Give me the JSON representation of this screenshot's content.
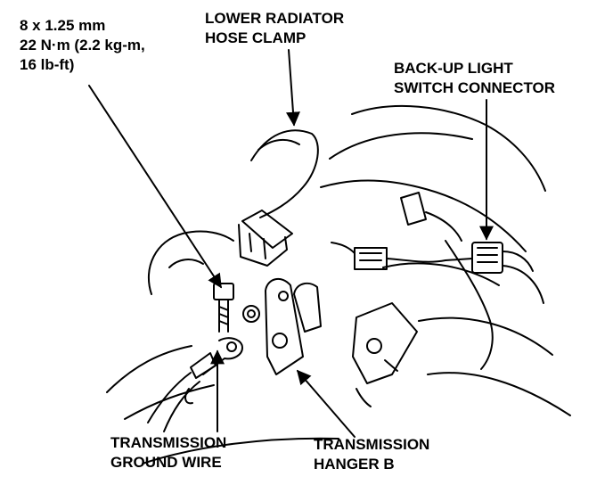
{
  "labels": {
    "bolt_spec": {
      "line1": "8 x 1.25 mm",
      "line2": "22 N·m (2.2 kg-m,",
      "line3": "16 lb-ft)"
    },
    "lower_radiator_hose_clamp": {
      "line1": "LOWER RADIATOR",
      "line2": "HOSE CLAMP"
    },
    "backup_light_switch_connector": {
      "line1": "BACK-UP LIGHT",
      "line2": "SWITCH CONNECTOR"
    },
    "transmission_ground_wire": {
      "line1": "TRANSMISSION",
      "line2": "GROUND WIRE"
    },
    "transmission_hanger_b": {
      "line1": "TRANSMISSION",
      "line2": "HANGER B"
    }
  },
  "colors": {
    "ink": "#000000",
    "paper": "#ffffff"
  }
}
